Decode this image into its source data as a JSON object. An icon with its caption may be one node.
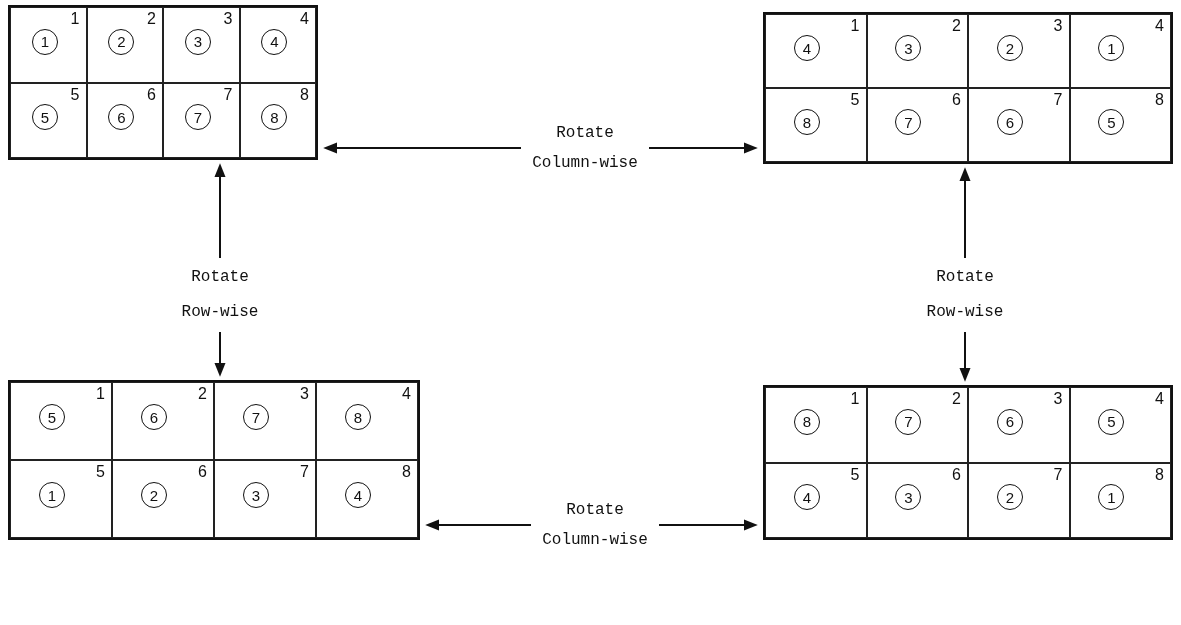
{
  "diagram": {
    "nodes": [
      {
        "text": [],
        "shape": "box"
      },
      {
        "text": [
          "1",
          "1"
        ],
        "in": 0
      },
      {
        "text": [
          "2",
          "2"
        ],
        "in": 0
      },
      {
        "text": [
          "3",
          "3"
        ],
        "in": 0
      },
      {
        "text": [
          "4",
          "4"
        ],
        "in": 0
      },
      {
        "text": [
          "5",
          "5"
        ],
        "in": 0
      },
      {
        "text": [
          "6",
          "6"
        ],
        "in": 0
      },
      {
        "text": [
          "7",
          "7"
        ],
        "in": 0
      },
      {
        "text": [
          "8",
          "8"
        ],
        "in": 0
      },
      {
        "text": [
          "Rotate Column-wise"
        ]
      },
      {
        "text": [],
        "shape": "box"
      },
      {
        "text": [
          "4",
          "1"
        ],
        "in": 10
      },
      {
        "text": [
          "3",
          "2"
        ],
        "in": 10
      },
      {
        "text": [
          "2",
          "3"
        ],
        "in": 10
      },
      {
        "text": [
          "1",
          "4"
        ],
        "in": 10
      },
      {
        "text": [
          "8",
          "5"
        ],
        "in": 10
      },
      {
        "text": [
          "7",
          "6"
        ],
        "in": 10
      },
      {
        "text": [
          "6",
          "7"
        ],
        "in": 10
      },
      {
        "text": [
          "5",
          "8"
        ],
        "in": 10
      },
      {
        "text": [
          "Rotate Row-wise"
        ]
      },
      {
        "text": [
          "Rotate Row-wise"
        ]
      },
      {
        "text": [],
        "shape": "box"
      },
      {
        "text": [
          "5",
          "1"
        ],
        "in": 21
      },
      {
        "text": [
          "6",
          "2"
        ],
        "in": 21
      },
      {
        "text": [
          "7",
          "3"
        ],
        "in": 21
      },
      {
        "text": [
          "8",
          "4"
        ],
        "in": 21
      },
      {
        "text": [
          "1",
          "5"
        ],
        "in": 21
      },
      {
        "text": [
          "2",
          "6"
        ],
        "in": 21
      },
      {
        "text": [
          "3",
          "7"
        ],
        "in": 21
      },
      {
        "text": [
          "4",
          "8"
        ],
        "in": 21
      },
      {
        "text": [
          "Rotate Column-wise"
        ]
      },
      {
        "text": [],
        "shape": "box"
      },
      {
        "text": [
          "8",
          "1"
        ],
        "in": 31
      },
      {
        "text": [
          "7",
          "2"
        ],
        "in": 31
      },
      {
        "text": [
          "6",
          "3"
        ],
        "in": 31
      },
      {
        "text": [
          "5",
          "4"
        ],
        "in": 31
      },
      {
        "text": [
          "4",
          "5"
        ],
        "in": 31
      },
      {
        "text": [
          "3",
          "6"
        ],
        "in": 31
      },
      {
        "text": [
          "2",
          "7"
        ],
        "in": 31
      },
      {
        "text": [
          "1",
          "8"
        ],
        "in": 31
      }
    ],
    "edges": [
      {
        "from": 9,
        "to": 0,
        "arrow": "to"
      },
      {
        "from": 9,
        "to": 10,
        "arrow": "to"
      },
      {
        "from": 19,
        "to": 0,
        "arrow": "to"
      },
      {
        "from": 19,
        "to": 21,
        "arrow": "to"
      },
      {
        "from": 20,
        "to": 10,
        "arrow": "to"
      },
      {
        "from": 20,
        "to": 31,
        "arrow": "to"
      },
      {
        "from": 30,
        "to": 21,
        "arrow": "to"
      },
      {
        "from": 30,
        "to": 31,
        "arrow": "to"
      }
    ]
  }
}
